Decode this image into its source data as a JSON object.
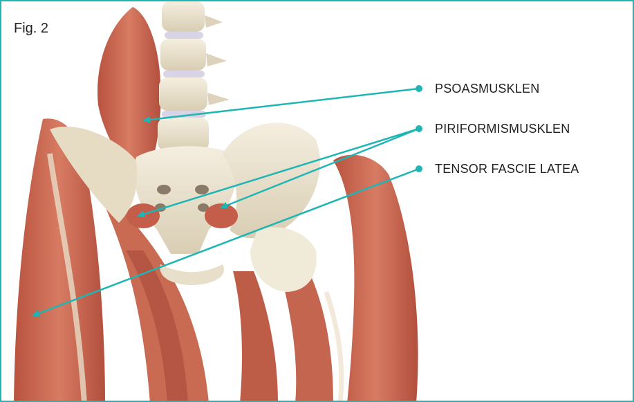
{
  "figure_label": "Fig. 2",
  "labels": {
    "psoas": "PSOASMUSKLEN",
    "piriformis": "PIRIFORMISMUSKLEN",
    "tensor": "TENSOR FASCIE LATEA"
  },
  "colors": {
    "accent": "#1fb5b5",
    "muscle": "#c8644f",
    "muscle_dark": "#a8483a",
    "bone": "#ece3cf",
    "disc": "#d8d4e6"
  }
}
